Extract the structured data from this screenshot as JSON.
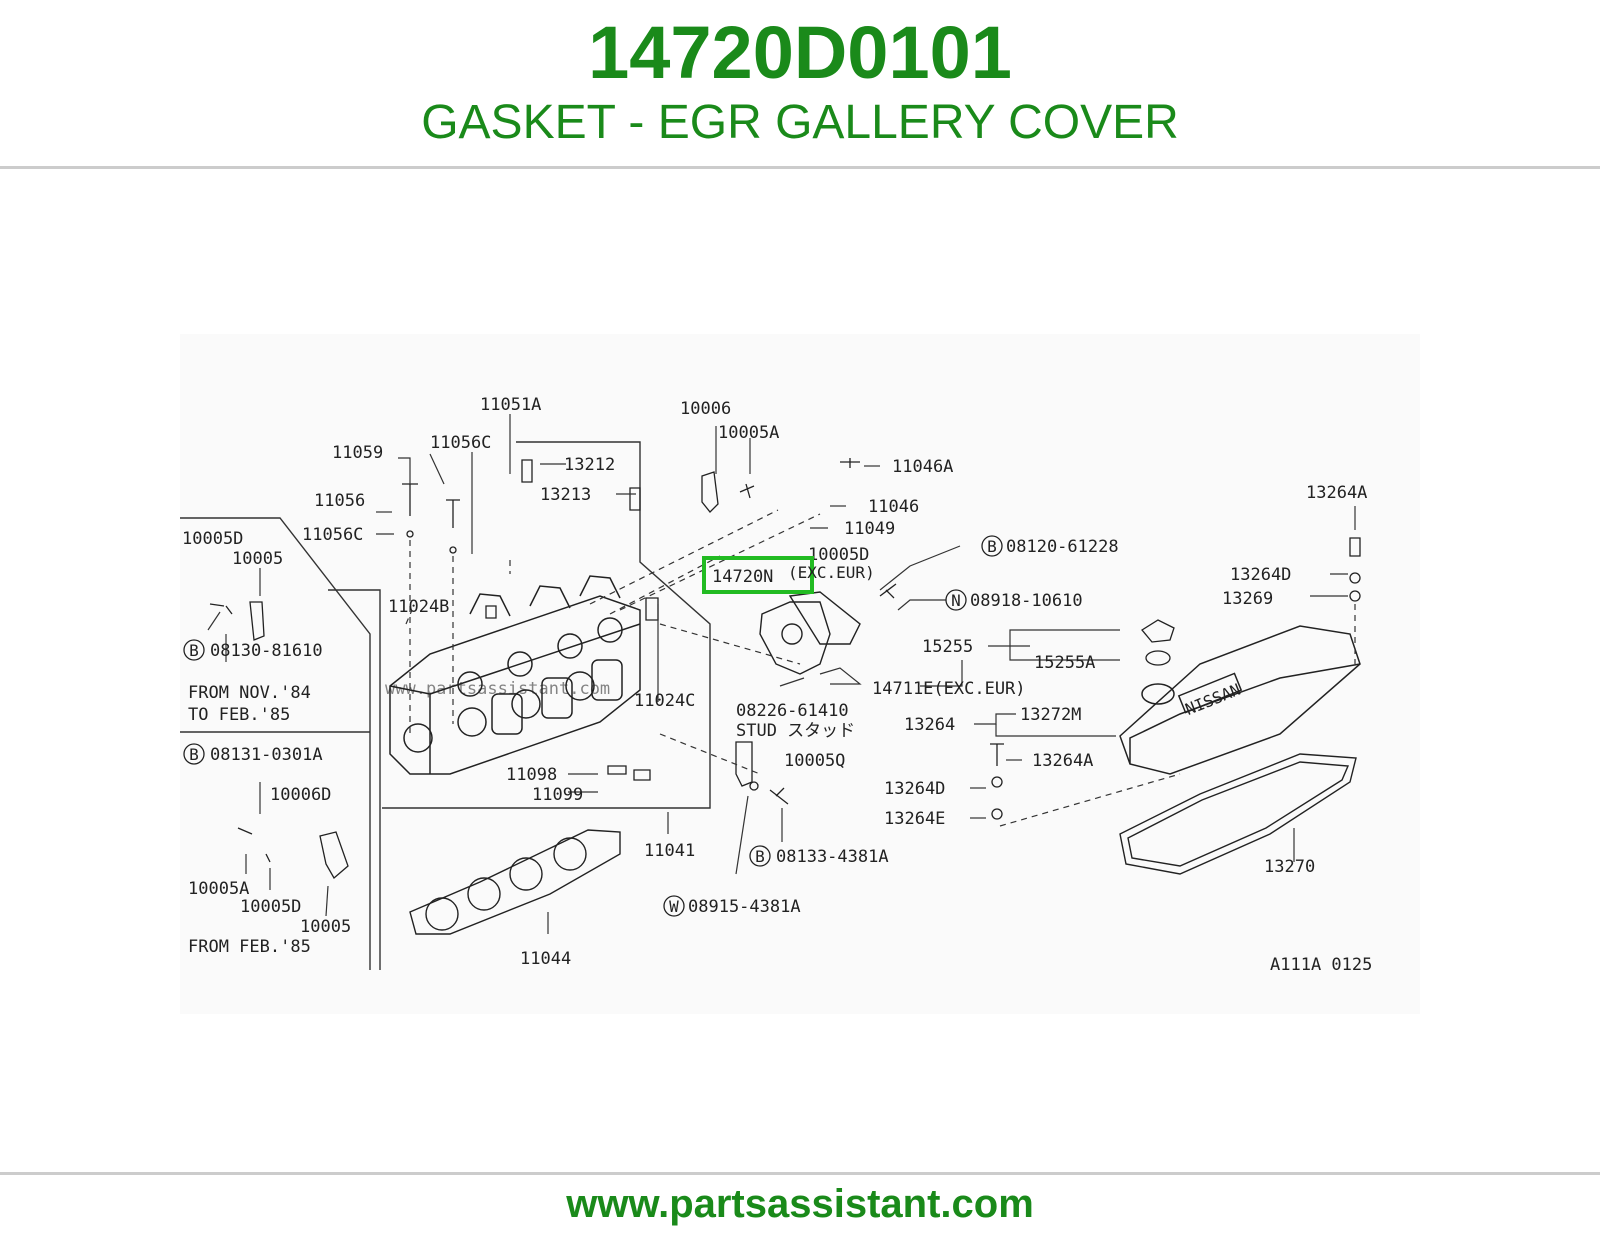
{
  "header": {
    "part_number": "14720D0101",
    "description": "GASKET - EGR GALLERY COVER"
  },
  "diagram": {
    "watermark": "www.partsassistant.com",
    "highlighted_label": "14720N",
    "highlight_color": "#22bb22",
    "labels": {
      "l11051A": "11051A",
      "l10006": "10006",
      "l10005A_top": "10005A",
      "l11059": "11059",
      "l11056C_top": "11056C",
      "l13212": "13212",
      "l13213": "13213",
      "l11046A": "11046A",
      "l11046": "11046",
      "l11049": "11049",
      "l11056": "11056",
      "l11056C_left": "11056C",
      "l10005D_top": "10005D",
      "l14720N_excl": "(EXC.EUR)",
      "l08120": "08120-61228",
      "l08918": "08918-10610",
      "l13264A_top": "13264A",
      "l13264D_right": "13264D",
      "l13269": "13269",
      "l10005D_left": "10005D",
      "l10005_left": "10005",
      "l11024B": "11024B",
      "l08130": "08130-81610",
      "l15255": "15255",
      "l15255A": "15255A",
      "l14711E": "14711E(EXC.EUR)",
      "l08226": "08226-61410",
      "l stud": "STUD スタッド",
      "l11024C": "11024C",
      "l13264": "13264",
      "l13272M": "13272M",
      "from_nov": "FROM NOV.'84",
      "to_feb": "TO FEB.'85",
      "l08131": "08131-0301A",
      "l10005Q": "10005Q",
      "l13264A_mid": "13264A",
      "l13264D_mid": "13264D",
      "l13264E": "13264E",
      "l11098": "11098",
      "l11099": "11099",
      "l10006D": "10006D",
      "l08133": "08133-4381A",
      "l11041": "11041",
      "l13270": "13270",
      "l10005A_bottom": "10005A",
      "l10005D_bottom": "10005D",
      "l10005_bottom": "10005",
      "from_feb": "FROM FEB.'85",
      "l08915": "08915-4381A",
      "l11044": "11044",
      "ref": "A111A 0125",
      "circle_B": "B",
      "circle_N": "N",
      "circle_W": "W",
      "nissan": "NISSAN"
    }
  },
  "footer": {
    "url": "www.partsassistant.com"
  },
  "colors": {
    "brand_green": "#1a8a1a",
    "rule_gray": "#cccccc"
  }
}
